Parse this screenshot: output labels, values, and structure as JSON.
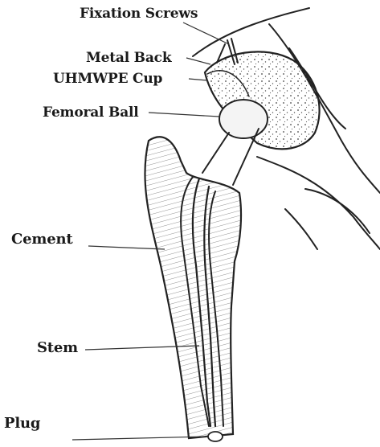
{
  "labels": {
    "fixation_screws": "Fixation Screws",
    "metal_back": "Metal Back",
    "uhmwpe_cup": "UHMWPE Cup",
    "femoral_ball": "Femoral Ball",
    "cement": "Cement",
    "stem": "Stem",
    "plug": "Plug"
  }
}
